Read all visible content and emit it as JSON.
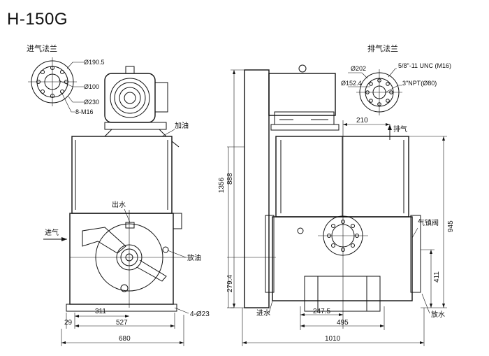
{
  "title": "H-150G",
  "left_view": {
    "inlet_flange_label": "进气法兰",
    "flange_dims": [
      "Ø190.5",
      "Ø100",
      "Ø230",
      "8-M16"
    ],
    "oil_fill_label": "加油",
    "water_out_label": "出水",
    "inlet_label": "进气",
    "oil_drain_label": "放油",
    "hole_label": "4-Ø23",
    "dims": {
      "d311": "311",
      "d29": "29",
      "d527": "527",
      "d680": "680"
    }
  },
  "right_view": {
    "exhaust_flange_label": "排气法兰",
    "flange_dims": [
      "Ø202",
      "Ø152.4",
      "5/8\"-11 UNC (M16)",
      "3\"NPT(Ø80)"
    ],
    "exhaust_label": "排气",
    "gas_ballast_label": "气镇阀",
    "water_in_label": "进水",
    "water_drain_label": "放水",
    "dims": {
      "d1356": "1356",
      "d888": "888",
      "d279": "279.4",
      "d210": "210",
      "d945": "945",
      "d411": "411",
      "d247": "247.5",
      "d495": "495",
      "d1010": "1010"
    }
  }
}
